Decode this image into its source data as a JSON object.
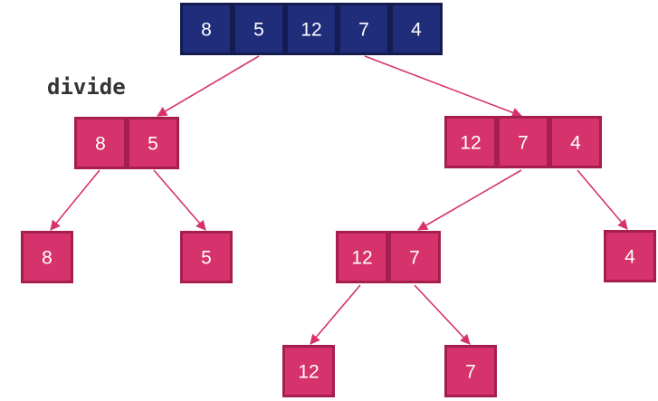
{
  "label": "divide",
  "colors": {
    "root_fill": "#1f2d7a",
    "root_border": "#141c52",
    "node_fill": "#d6336c",
    "node_border": "#a51e4f",
    "edge": "#d6336c"
  },
  "nodes": {
    "root": [
      "8",
      "5",
      "12",
      "7",
      "4"
    ],
    "left": [
      "8",
      "5"
    ],
    "right": [
      "12",
      "7",
      "4"
    ],
    "left_left": [
      "8"
    ],
    "left_right": [
      "5"
    ],
    "right_left": [
      "12",
      "7"
    ],
    "right_right": [
      "4"
    ],
    "right_left_left": [
      "12"
    ],
    "right_left_right": [
      "7"
    ]
  }
}
